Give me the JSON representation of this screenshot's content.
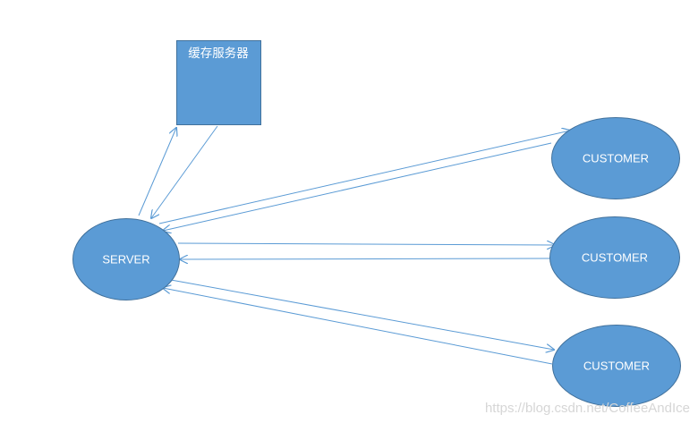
{
  "nodes": {
    "cache_server": {
      "label": "缓存服务器"
    },
    "server": {
      "label": "SERVER"
    },
    "customers": [
      {
        "label": "CUSTOMER"
      },
      {
        "label": "CUSTOMER"
      },
      {
        "label": "CUSTOMER"
      }
    ]
  },
  "colors": {
    "node_fill": "#5b9bd5",
    "node_stroke": "#41719c",
    "edge": "#5b9bd5",
    "label": "#ffffff"
  },
  "watermark": "https://blog.csdn.net/CoffeeAndIce"
}
